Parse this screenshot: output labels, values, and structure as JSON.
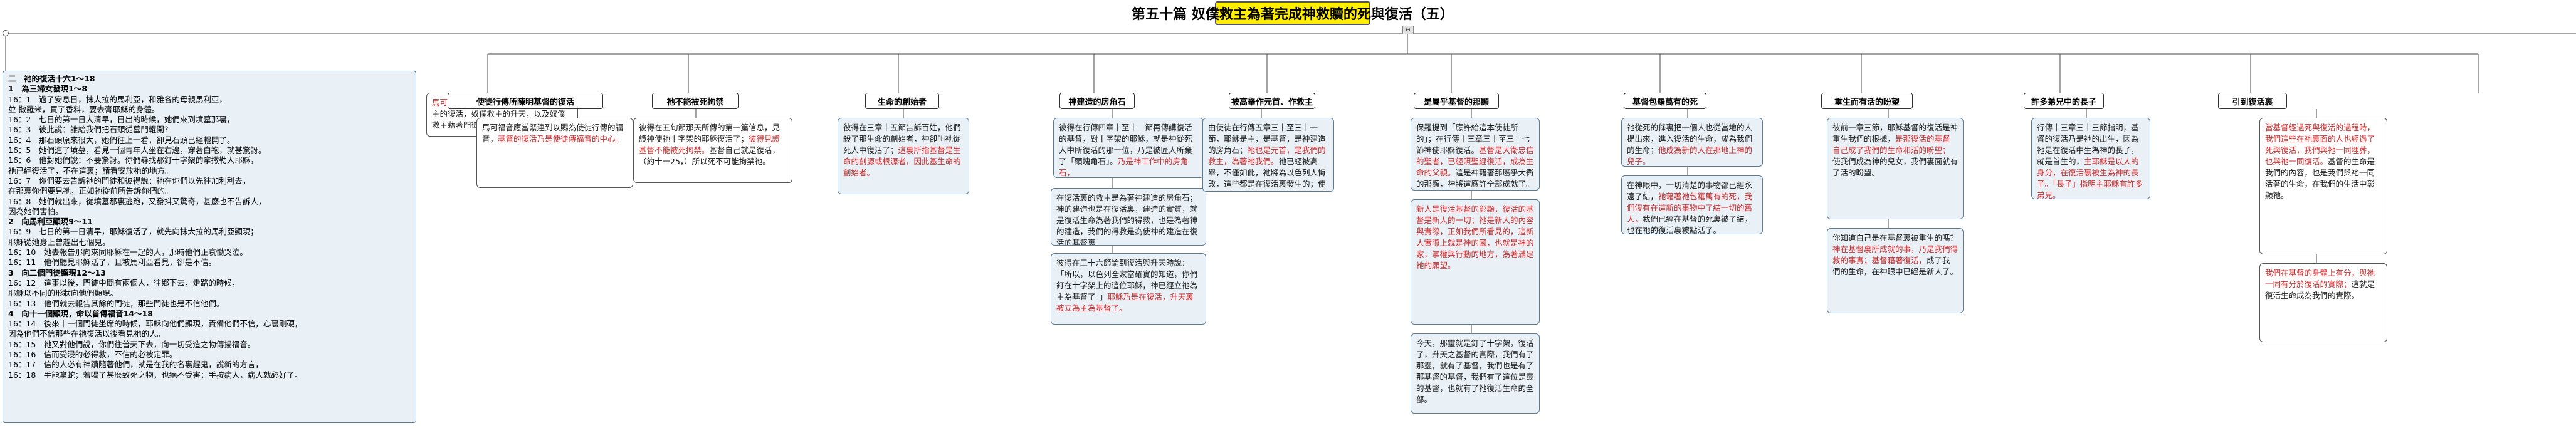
{
  "title": "第五十篇 奴僕救主為著完成神救贖的死與復活（五）",
  "sidebar_lines": [
    {
      "t": "二　祂的復活十六1～18",
      "b": true
    },
    {
      "t": "1　為三婦女發現1～8",
      "b": true
    },
    {
      "t": "16：1　過了安息日，抹大拉的馬利亞，和雅各的母親馬利亞，",
      "b": false
    },
    {
      "t": "並 撒羅米，買了香料，要去膏耶穌的身體。",
      "b": false
    },
    {
      "t": "16：2　七日的第一日大清早，日出的時候，她們來到墳墓那裏，",
      "b": false
    },
    {
      "t": "16：3　彼此說：誰給我們把石頭從墓門輥開？",
      "b": false
    },
    {
      "t": "16：4　那石頭原來很大，她們往上一看，卻見石頭已經輥開了。",
      "b": false
    },
    {
      "t": "16：5　她們進了墳墓，看見一個青年人坐在右邊，穿著白袍，就甚驚訝。",
      "b": false
    },
    {
      "t": "16：6　他對她們說：不要驚訝。你們尋找那釘十字架的拿撒勒人耶穌，",
      "b": false
    },
    {
      "t": "祂已經復活了，不在這裏；請看安放祂的地方。",
      "b": false
    },
    {
      "t": "16：7　你們要去告訴祂的門徒和彼得說：祂在你們以先往加利利去，",
      "b": false
    },
    {
      "t": "在那裏你們要見祂，正如祂從前所告訴你們的。",
      "b": false
    },
    {
      "t": "16：8　她們就出來，從墳墓那裏逃跑，又發抖又驚奇，甚麼也不告訴人，",
      "b": false
    },
    {
      "t": "因為她們害怕。",
      "b": false
    },
    {
      "t": "2　向馬利亞顯現9～11",
      "b": true
    },
    {
      "t": "16：9　七日的第一日清早，耶穌復活了，就先向抹大拉的馬利亞顯現；",
      "b": false
    },
    {
      "t": "耶穌從她身上曾趕出七個鬼。",
      "b": false
    },
    {
      "t": "16：10　她去報告那向來同耶穌在一起的人，那時他們正哀慟哭泣。",
      "b": false
    },
    {
      "t": "16：11　他們聽見耶穌活了，且被馬利亞看見，卻是不信。",
      "b": false
    },
    {
      "t": "3　向二個門徒顯現12～13",
      "b": true
    },
    {
      "t": "16：12　這事以後，門徒中間有兩個人，往鄉下去，走路的時候，",
      "b": false
    },
    {
      "t": "耶穌以不同的形狀向他們顯現。",
      "b": false
    },
    {
      "t": "16：13　他們就去報告其餘的門徒，那些門徒也是不信他們。",
      "b": false
    },
    {
      "t": "4　向十一個顯現，命以普傳福音14～18",
      "b": true
    },
    {
      "t": "16：14　後來十一個門徒坐席的時候，耶穌向他們顯現，責備他們不信，心裏剛硬，",
      "b": false
    },
    {
      "t": "因為他們不信那些在祂復活以後看見祂的人。",
      "b": false
    },
    {
      "t": "16：15　祂又對他們說，你們往普天下去，向一切受造之物傳揚福音。",
      "b": false
    },
    {
      "t": "16：16　信而受浸的必得救，不信的必被定罪。",
      "b": false
    },
    {
      "t": "16：17　信的人必有神蹟隨著他們，就是在我的名裏趕鬼，說新的方言，",
      "b": false
    },
    {
      "t": "16：18　手能拿蛇；若喝了甚麼致死之物，也絕不受害；手按病人，病人就必好了。",
      "b": false
    }
  ],
  "intro_box": [
    {
      "t": "馬可十六章向我們顯明三件事：",
      "c": "red"
    },
    {
      "t": "奴僕救主的復活，奴僕救主的升天，以及奴僕救主藉著門徒的普傳福音。",
      "c": ""
    }
  ],
  "branches": [
    {
      "heading": "使徒行傳所陳明基督的復活",
      "boxes": [
        [
          {
            "t": "馬可福音應當緊連到以賜為使徒行傳的福音，",
            "c": ""
          },
          {
            "t": "基督的復活乃是使徒傳福音的中心。",
            "c": "red"
          }
        ]
      ]
    },
    {
      "heading": "祂不能被死拘禁",
      "boxes": [
        [
          {
            "t": "彼得在五旬節那天所傳的第一篇信息，見證神使祂十字架的耶穌復活了；",
            "c": ""
          },
          {
            "t": "彼得見證基督不能被死拘禁。",
            "c": "red"
          },
          {
            "t": "基督自己就是復活，（約十一25，）所以死不可能拘禁祂。",
            "c": ""
          }
        ]
      ]
    },
    {
      "heading": "生命的創始者",
      "boxes": [
        [
          {
            "t": "彼得在三章十五節告訴百姓，他們殺了那生命的創始者，神卻叫祂從死人中復活了；",
            "c": ""
          },
          {
            "t": "這裏所指基督是生命的創源或根源者，因此基生命的創始者。",
            "c": "red"
          }
        ]
      ]
    },
    {
      "heading": "神建造的房角石",
      "boxes": [
        [
          {
            "t": "彼得在行傳四章十至十二節再傳講復活的基督，對十字架的耶穌，就是神從死人中所復活的那一位，",
            "c": ""
          },
          {
            "t": "乃是被匠人所棄了「頭塊角石」。",
            "c": ""
          },
          {
            "t": "乃是神工作中的房角石，",
            "c": "red"
          }
        ],
        [
          {
            "t": "在復活裏的救主是為著神建造的房角石；神的建造也是在復活裏，建造的實質，就是復活生命為著我們的得救，也是為著神的建造，我們的得救是為使神的建造在復活的基督裏。",
            "c": ""
          }
        ],
        [
          {
            "t": "彼得在三十六節論到復活與升天時說：「所以，以色列全家當確實的知道，你們釘在十字架上的這位耶穌，神已經立祂為主為基督了。」",
            "c": ""
          },
          {
            "t": "耶穌乃是在復活，升天裏被立為主為基督了。",
            "c": "red"
          }
        ]
      ]
    },
    {
      "heading": "被高舉作元首、作救主",
      "boxes": [
        [
          {
            "t": "由使徒在行傳五章三十至三十一節，耶穌是主，是基督，是神建造的房角石；",
            "c": ""
          },
          {
            "t": "祂也是元首，是我們的救主，為著祂我們。",
            "c": "red"
          },
          {
            "t": "祂已經被高舉，不僅如此，祂將為以色列人悔改，這些都是在復活裏發生的；使得傳講福音信息時，見證主耶穌是在復活裏的救主。",
            "c": ""
          }
        ]
      ]
    },
    {
      "heading": "是屬乎基督的那顯",
      "boxes": [
        [
          {
            "t": "保羅提到「應許給這本使徒所的」；在行傳十三章三十至三十七節神使耶穌復活。",
            "c": ""
          },
          {
            "t": "基督是大衛忠信的聖者，已經照聖經復活，成為生命的父親。",
            "c": "red"
          },
          {
            "t": "這是神藉著那屬乎大衛的那顯，神將這應許全部成就了。",
            "c": ""
          }
        ],
        [
          {
            "t": "新人是復活基督的彰顯，復活的基督是新人的一切；祂是新人的內容與實際，正如我們所看見的，這新人實際上就是神的國，也就是神的家，掌權與行動的地方，為著滿足祂的願望。",
            "c": "red"
          }
        ],
        [
          {
            "t": "今天，那靈就是釘了十字架，復活了，升天之基督的實際，我們有了那靈，就有了基督，我們也是有了那基督的基督，我們有了這位是靈的基督，也就有了祂復活生命的全部。",
            "c": ""
          }
        ]
      ]
    },
    {
      "heading": "基督包羅萬有的死",
      "boxes": [
        [
          {
            "t": "祂從死的條裏把一個人也從當地的人提出來，進入復活的生命，成為我們的生命；",
            "c": ""
          },
          {
            "t": "他成為新的人在那地上神的兒子。",
            "c": "red"
          }
        ],
        [
          {
            "t": "在神眼中，一切清楚的事物都已經永遠了結，",
            "c": ""
          },
          {
            "t": "祂藉著祂包羅萬有的死，我們沒有在這新的事物中了結一切的舊人，",
            "c": "red"
          },
          {
            "t": "我們已經在基督的死裏被了結，也在祂的復活裏被點活了。",
            "c": ""
          }
        ]
      ]
    },
    {
      "heading": "重生而有活的盼望",
      "boxes": [
        [
          {
            "t": "彼前一章三節，耶穌基督的復活是神重生我們的根據，",
            "c": ""
          },
          {
            "t": "是那復活的基督自己成了我們的生命和活的盼望；",
            "c": "red"
          },
          {
            "t": "使我們成為神的兒女，我們裏面就有了活的盼望。",
            "c": ""
          }
        ],
        [
          {
            "t": "你知道自己是在基督裏被重生的嗎？",
            "c": ""
          },
          {
            "t": "神在基督裏所成就的事，乃是我們得救的事實；基督藉著復活，",
            "c": "red"
          },
          {
            "t": "成了我們的生命，在神眼中已經是新人了。",
            "c": ""
          }
        ]
      ]
    },
    {
      "heading": "許多弟兄中的長子",
      "boxes": [
        [
          {
            "t": "行傳十三章三十三節指明，基督的復活乃是祂的出生，因為祂是在復活中生為神的長子，就是首生的，",
            "c": ""
          },
          {
            "t": "主耶穌是以人的身分，在復活裏被生為神的長子。「長子」指明主耶穌有許多弟兄。",
            "c": "red"
          }
        ]
      ]
    },
    {
      "heading": "引到復活裏",
      "boxes": [
        [
          {
            "t": "當基督經過死與復活的過程時，我們這些在祂裏面的人也經過了死與復活，我們與祂一同埋葬，也與祂一同復活。",
            "c": "red"
          },
          {
            "t": "基督的生命是我們的內容，也是我們與祂一同活著的生命，在我們的生活中彰顯祂。",
            "c": ""
          }
        ],
        [
          {
            "t": "我們在基督的身體上有分，與祂一同有分於復活的實際；",
            "c": "red"
          },
          {
            "t": "這就是復活生命成為我們的實際。",
            "c": ""
          }
        ]
      ]
    }
  ]
}
